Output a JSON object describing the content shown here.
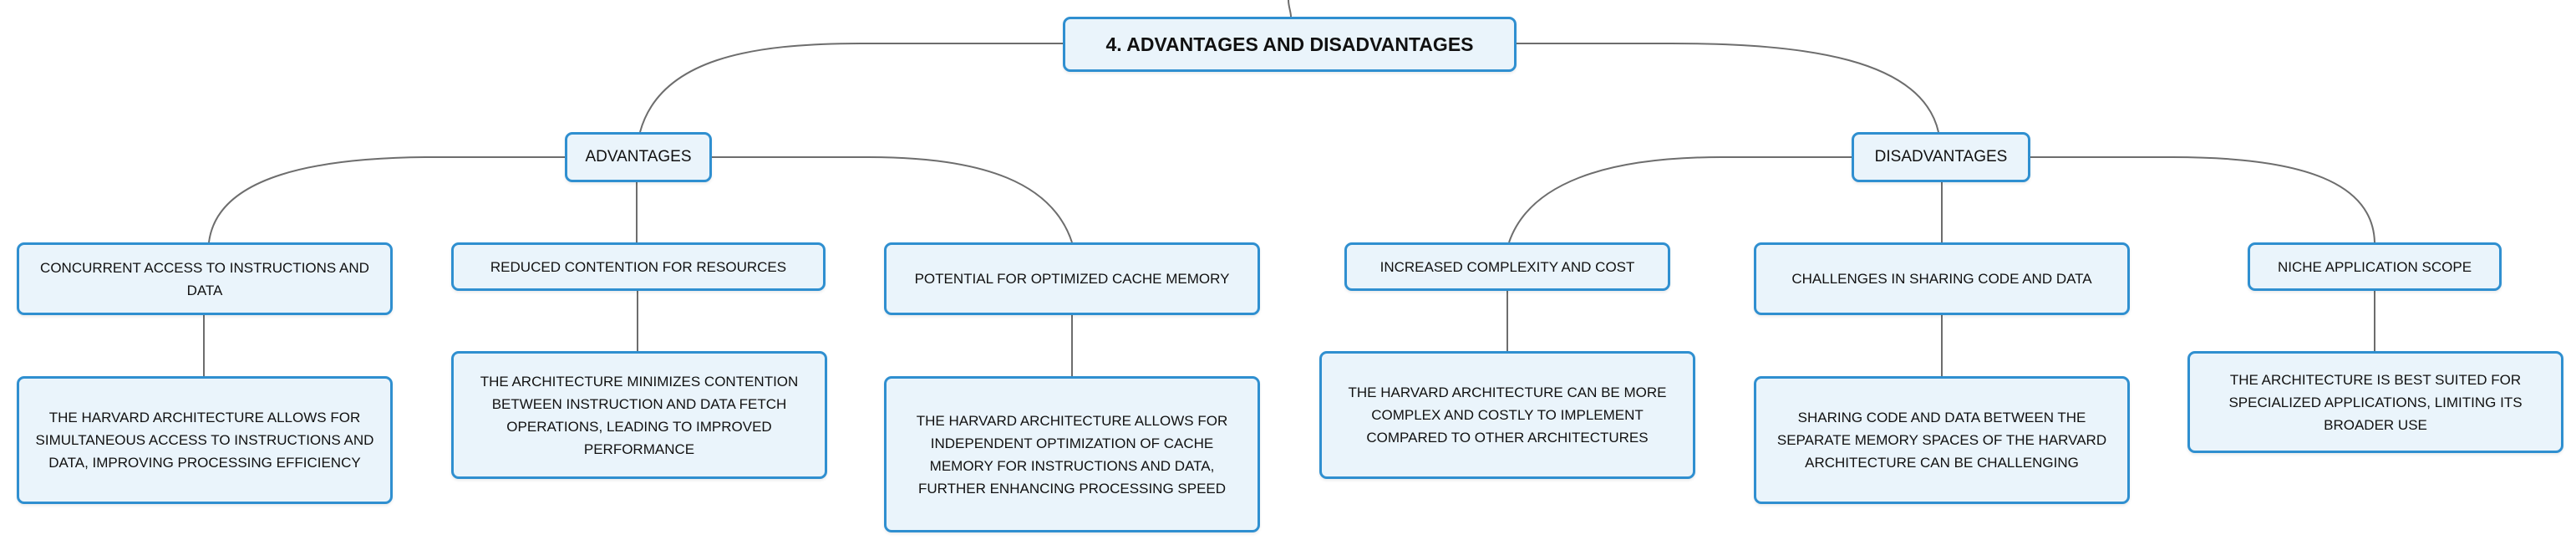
{
  "root": {
    "label": "4. Advantages and Disadvantages"
  },
  "branches": [
    {
      "label": "Advantages",
      "topics": [
        {
          "label": "Concurrent access to instructions and data",
          "detail": "The Harvard architecture allows for simultaneous access to instructions and data, improving processing efficiency"
        },
        {
          "label": "Reduced contention for resources",
          "detail": "The architecture minimizes contention between instruction and data fetch operations, leading to improved performance"
        },
        {
          "label": "Potential for optimized cache memory",
          "detail": "The Harvard architecture allows for independent optimization of cache memory for instructions and data, further enhancing processing speed"
        }
      ]
    },
    {
      "label": "Disadvantages",
      "topics": [
        {
          "label": "Increased complexity and cost",
          "detail": "The Harvard architecture can be more complex and costly to implement compared to other architectures"
        },
        {
          "label": "Challenges in sharing code and data",
          "detail": "Sharing code and data between the separate memory spaces of the Harvard architecture can be challenging"
        },
        {
          "label": "Niche application scope",
          "detail": "The architecture is best suited for specialized applications, limiting its broader use"
        }
      ]
    }
  ]
}
